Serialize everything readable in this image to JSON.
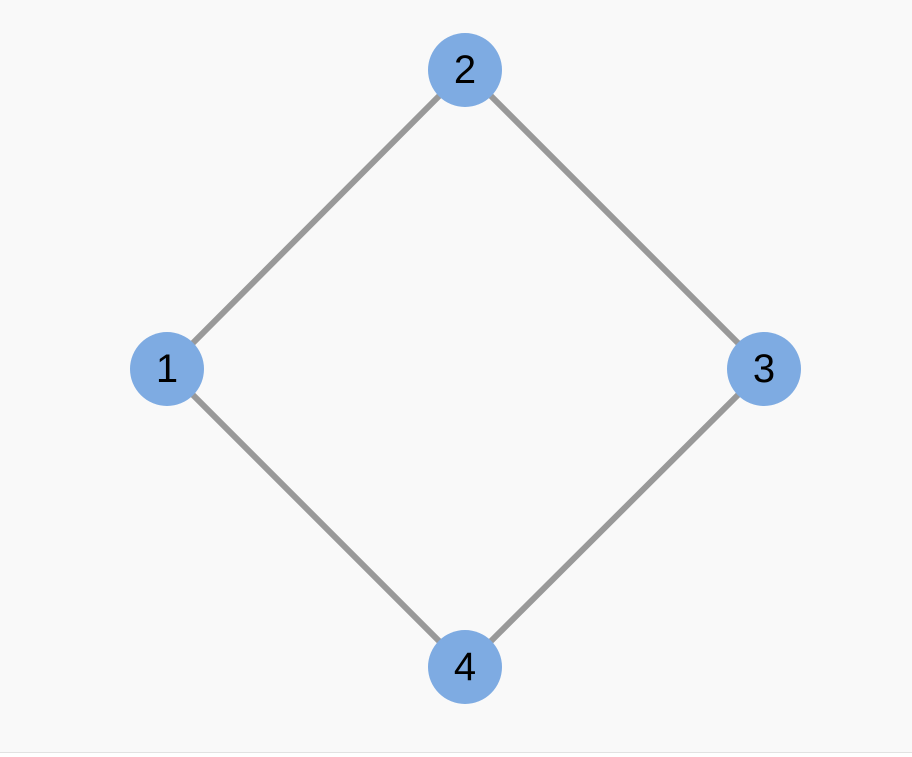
{
  "graph": {
    "colors": {
      "node_fill": "#7eabe2",
      "edge_stroke": "#999999",
      "label": "#000000"
    },
    "nodes": [
      {
        "id": "1",
        "label": "1"
      },
      {
        "id": "2",
        "label": "2"
      },
      {
        "id": "3",
        "label": "3"
      },
      {
        "id": "4",
        "label": "4"
      }
    ],
    "edges": [
      {
        "from": "1",
        "to": "2"
      },
      {
        "from": "2",
        "to": "3"
      },
      {
        "from": "3",
        "to": "4"
      },
      {
        "from": "4",
        "to": "1"
      }
    ]
  }
}
